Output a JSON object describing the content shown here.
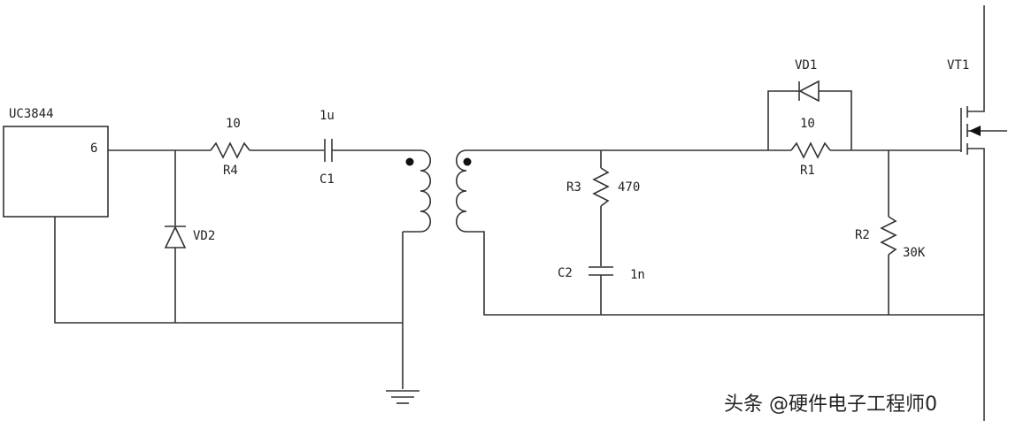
{
  "ic": {
    "name": "UC3844",
    "pin": "6"
  },
  "components": {
    "r4": {
      "ref": "R4",
      "value": "10"
    },
    "c1": {
      "ref": "C1",
      "value": "1u"
    },
    "vd2": {
      "ref": "VD2"
    },
    "r3": {
      "ref": "R3",
      "value": "470"
    },
    "c2": {
      "ref": "C2",
      "value": "1n"
    },
    "vd1": {
      "ref": "VD1"
    },
    "r1": {
      "ref": "R1",
      "value": "10"
    },
    "r2": {
      "ref": "R2",
      "value": "30K"
    },
    "vt1": {
      "ref": "VT1"
    }
  },
  "watermark": "头条 @硬件电子工程师0",
  "colors": {
    "line": "#333333",
    "text": "#222222",
    "background": "#ffffff"
  }
}
